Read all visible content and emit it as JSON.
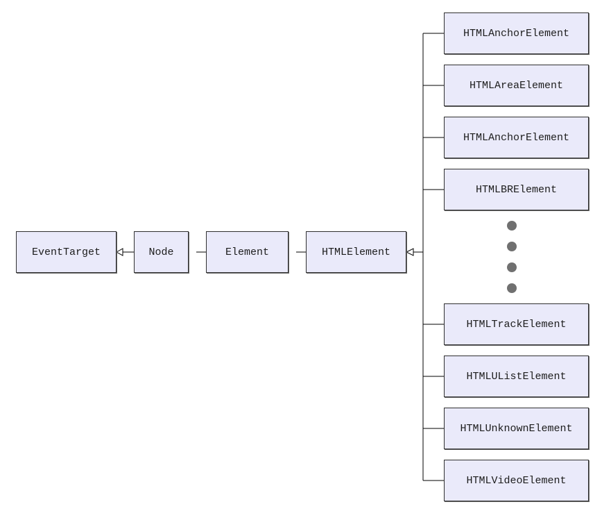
{
  "diagram": {
    "nodes": {
      "event_target": "EventTarget",
      "node": "Node",
      "element": "Element",
      "html_element": "HTMLElement"
    },
    "subclasses": [
      "HTMLAnchorElement",
      "HTMLAreaElement",
      "HTMLAnchorElement",
      "HTMLBRElement",
      "HTMLTrackElement",
      "HTMLUListElement",
      "HTMLUnknownElement",
      "HTMLVideoElement"
    ],
    "ellipsis_icon": "vertical-ellipsis-dots",
    "colors": {
      "box_fill": "#eaeafa",
      "box_border": "#2f2f2f",
      "line": "#000000",
      "dot": "#707070"
    }
  }
}
